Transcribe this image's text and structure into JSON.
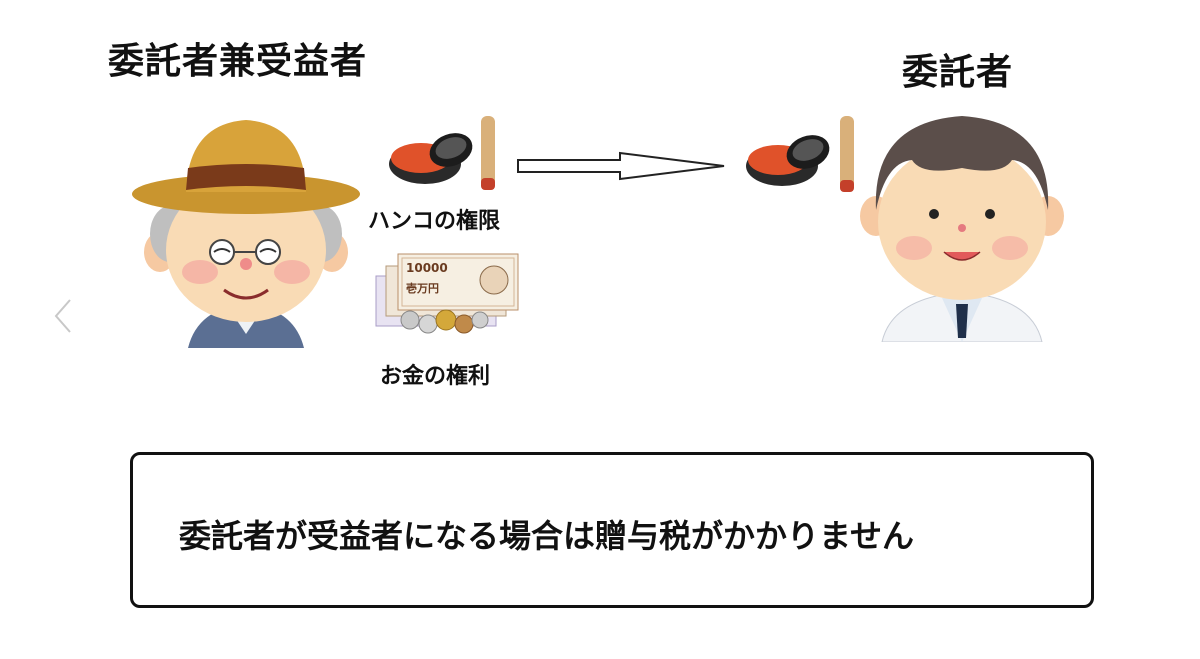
{
  "diagram": {
    "left_person_title": "委託者兼受益者",
    "right_person_title": "委託者",
    "seal_label": "ハンコの権限",
    "money_label": "お金の権利",
    "note": "委託者が受益者になる場合は贈与税がかかりません",
    "banknote_value": "10000",
    "banknote_text": "壱万円"
  },
  "icons": {
    "left_person": "elderly-man-with-hat-illustration",
    "right_person": "doctor-illustration",
    "seal": "hanko-seal-and-ink-pad-icon",
    "money": "banknotes-and-coins-icon",
    "arrow": "right-arrow-icon",
    "nav": "chevron-left-icon"
  },
  "colors": {
    "text": "#111111",
    "hat": "#c9952f",
    "hat_band": "#7a3a1a",
    "skin": "#f9dbb5",
    "ink": "#e0522a"
  }
}
